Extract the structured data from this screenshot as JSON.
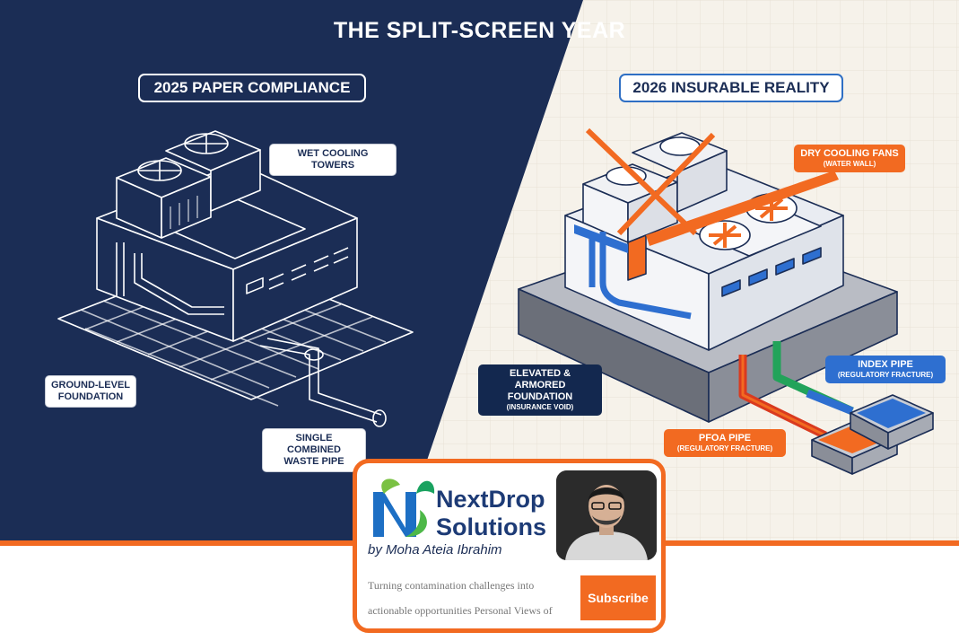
{
  "title": "THE SPLIT-SCREEN YEAR",
  "left_panel": {
    "heading": "2025 PAPER COMPLIANCE",
    "labels": {
      "cooling": "WET COOLING TOWERS",
      "foundation_l1": "GROUND-LEVEL",
      "foundation_l2": "FOUNDATION",
      "pipe_l1": "SINGLE COMBINED",
      "pipe_l2": "WASTE PIPE"
    }
  },
  "right_panel": {
    "heading": "2026 INSURABLE REALITY",
    "labels": {
      "fans": "DRY COOLING FANS",
      "fans_sub": "(WATER WALL)",
      "foundation_l1": "ELEVATED & ARMORED",
      "foundation_l2": "FOUNDATION",
      "foundation_sub": "(INSURANCE VOID)",
      "index_pipe": "INDEX PIPE",
      "index_sub": "(REGULATORY FRACTURE)",
      "pfoa_pipe": "PFOA PIPE",
      "pfoa_sub": "(REGULATORY FRACTURE)"
    }
  },
  "card": {
    "brand_line1": "NextDrop",
    "brand_line2": "Solutions",
    "byline": "by Moha Ateia Ibrahim",
    "tagline": "Turning contamination challenges into actionable opportunities Personal Views of Moha Ateia Ibrahim.",
    "subscribe": "Subscribe"
  },
  "colors": {
    "navy": "#1b2d55",
    "orange": "#f26a21",
    "blue": "#2e6fd0",
    "red": "#d93a1f",
    "green": "#22a35a"
  },
  "icons": [
    "x-cross-icon",
    "fan-icon",
    "leaf-logo-icon"
  ]
}
